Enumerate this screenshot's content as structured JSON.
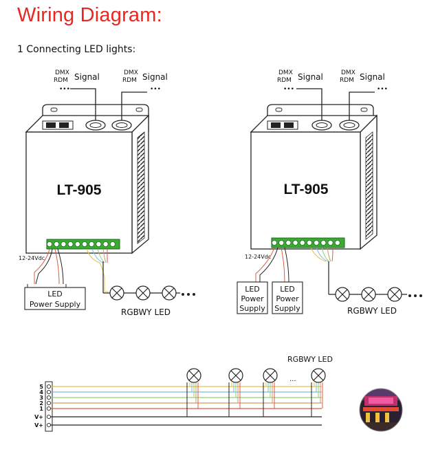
{
  "title": "Wiring Diagram:",
  "subtitle": "1 Connecting LED lights:",
  "colors": {
    "title": "#e8271f",
    "wire_red": "#e05a3a",
    "wire_yellow": "#e8c23a",
    "wire_blue": "#7ab8e0",
    "wire_green": "#8fd16e",
    "wire_brown": "#c59a6a",
    "terminal_green": "#3aaa35"
  },
  "left_unit": {
    "model": "LT-905",
    "signal_in": {
      "top": "DMX",
      "bottom": "RDM",
      "label": "Signal",
      "dots": "•••"
    },
    "signal_out": {
      "top": "DMX",
      "bottom": "RDM",
      "label": "Signal",
      "dots": "•••"
    },
    "voltage": "12-24Vdc",
    "power_supply": [
      "LED",
      "Power Supply"
    ],
    "led_label": "RGBWY LED"
  },
  "right_unit": {
    "model": "LT-905",
    "signal_in": {
      "top": "DMX",
      "bottom": "RDM",
      "label": "Signal",
      "dots": "•••"
    },
    "signal_out": {
      "top": "DMX",
      "bottom": "RDM",
      "label": "Signal",
      "dots": "•••"
    },
    "voltage": "12-24Vdc",
    "power_supply_1": [
      "LED",
      "Power",
      "Supply"
    ],
    "power_supply_2": [
      "LED",
      "Power",
      "Supply"
    ],
    "led_label": "RGBWY LED"
  },
  "bus": {
    "led_label": "RGBWY LED",
    "ellipsis": "...",
    "pins": [
      "5",
      "4",
      "3",
      "2",
      "1",
      "V+",
      "V+"
    ]
  }
}
